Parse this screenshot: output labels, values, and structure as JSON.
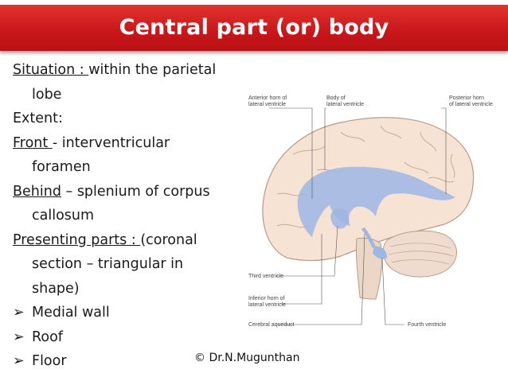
{
  "title": "Central part (or) body",
  "lines": {
    "situation_label": "Situation : ",
    "situation_text": "within the parietal",
    "situation_cont": "lobe",
    "extent": "Extent:",
    "front_label": "Front ",
    "front_text": " -  interventricular",
    "front_cont": "foramen",
    "behind_label": "Behind",
    "behind_text": "  – splenium of corpus",
    "behind_cont": "callosum",
    "presenting_label": "Presenting parts : ",
    "presenting_text": "(coronal",
    "presenting_cont1": "section – triangular in",
    "presenting_cont2": "shape)"
  },
  "bullets": [
    "Medial wall",
    "Roof",
    "Floor"
  ],
  "bullet_icon": "arrow-bullet-icon",
  "credit": "© Dr.N.Mugunthan",
  "figure_labels": {
    "anterior_horn": [
      "Anterior horn of",
      "lateral ventricle"
    ],
    "body": [
      "Body of",
      "lateral ventricle"
    ],
    "posterior_horn": [
      "Posterior horn",
      "of lateral ventricle"
    ],
    "third_ventricle": "Third ventricle",
    "inferior_horn": [
      "Inferior horn of",
      "lateral ventricle"
    ],
    "cerebral_aqueduct": "Cerebral aqueduct",
    "fourth_ventricle": "Fourth ventricle"
  },
  "colors": {
    "title_bar": "#c8161a",
    "ventricle": "#9db6e4"
  }
}
